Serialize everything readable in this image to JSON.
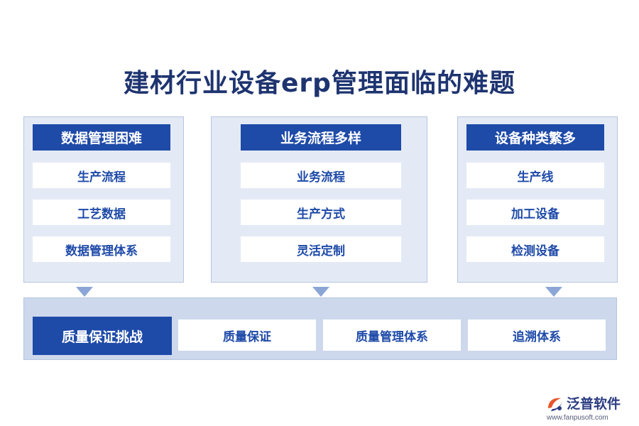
{
  "title": "建材行业设备erp管理面临的难题",
  "panels": [
    {
      "header": "数据管理困难",
      "items": [
        "生产流程",
        "工艺数据",
        "数据管理体系"
      ]
    },
    {
      "header": "业务流程多样",
      "items": [
        "业务流程",
        "生产方式",
        "灵活定制"
      ]
    },
    {
      "header": "设备种类繁多",
      "items": [
        "生产线",
        "加工设备",
        "检测设备"
      ]
    }
  ],
  "bottom": {
    "header": "质量保证挑战",
    "items": [
      "质量保证",
      "质量管理体系",
      "追溯体系"
    ]
  },
  "logo": {
    "name": "泛普软件",
    "url": "www.fanpusoft.com"
  },
  "colors": {
    "title": "#1e3470",
    "accent": "#1e4aa8",
    "panel_bg": "#e4eaf5",
    "bottom_bg": "#cdd8ec",
    "arrow": "#8ba6d6"
  }
}
